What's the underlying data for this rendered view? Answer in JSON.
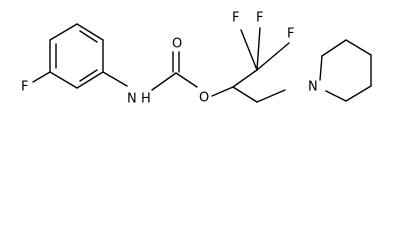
{
  "structure": {
    "atom_labels": {
      "fluorine_ring": "F",
      "nitrogen_amide": "N",
      "hydrogen_amide": "H",
      "oxygen_carbonyl": "O",
      "oxygen_ester": "O",
      "fluorine_top_left": "F",
      "fluorine_top_middle": "F",
      "fluorine_right": "F",
      "nitrogen_piperidine": "N"
    }
  }
}
